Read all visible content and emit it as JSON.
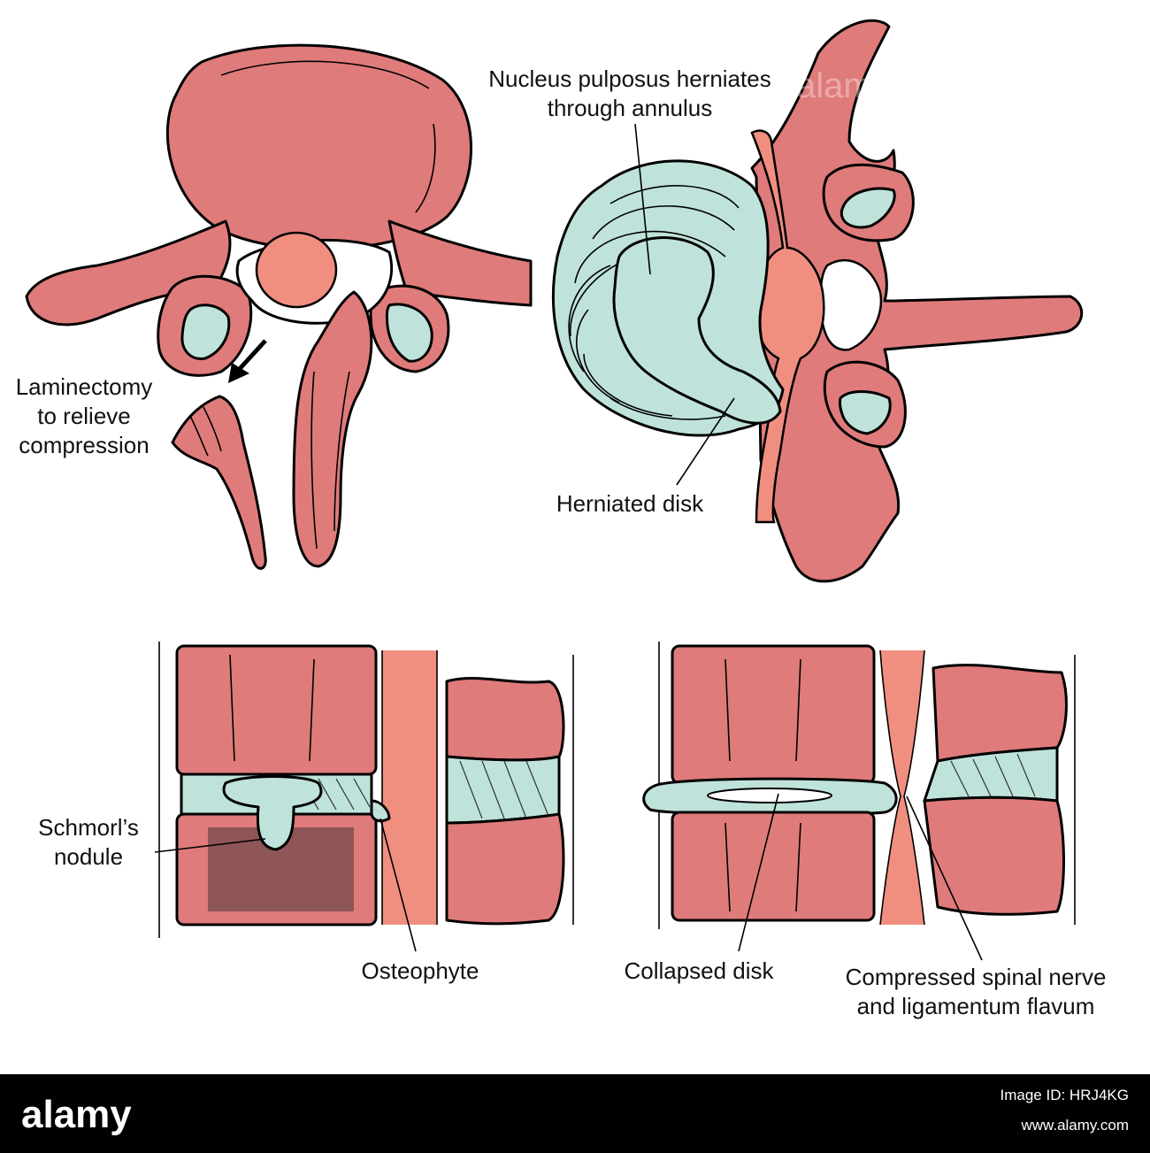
{
  "labels": {
    "laminectomy": [
      "Laminectomy",
      "to relieve",
      "compression"
    ],
    "nucleus": [
      "Nucleus pulposus herniates",
      "through annulus"
    ],
    "herniated": "Herniated disk",
    "schmorl": [
      "Schmorl’s",
      "nodule"
    ],
    "osteophyte": "Osteophyte",
    "collapsed": "Collapsed disk",
    "compressed": [
      "Compressed spinal nerve",
      "and ligamentum flavum"
    ]
  },
  "watermark": "alamy",
  "footer": {
    "logo": "alamy",
    "image_id": "Image ID: HRJ4KG",
    "site": "www.alamy.com"
  },
  "colors": {
    "bone": "#e07b7b",
    "disc": "#bfe3da",
    "cord": "#f08f80",
    "footer_bg": "#000000"
  }
}
